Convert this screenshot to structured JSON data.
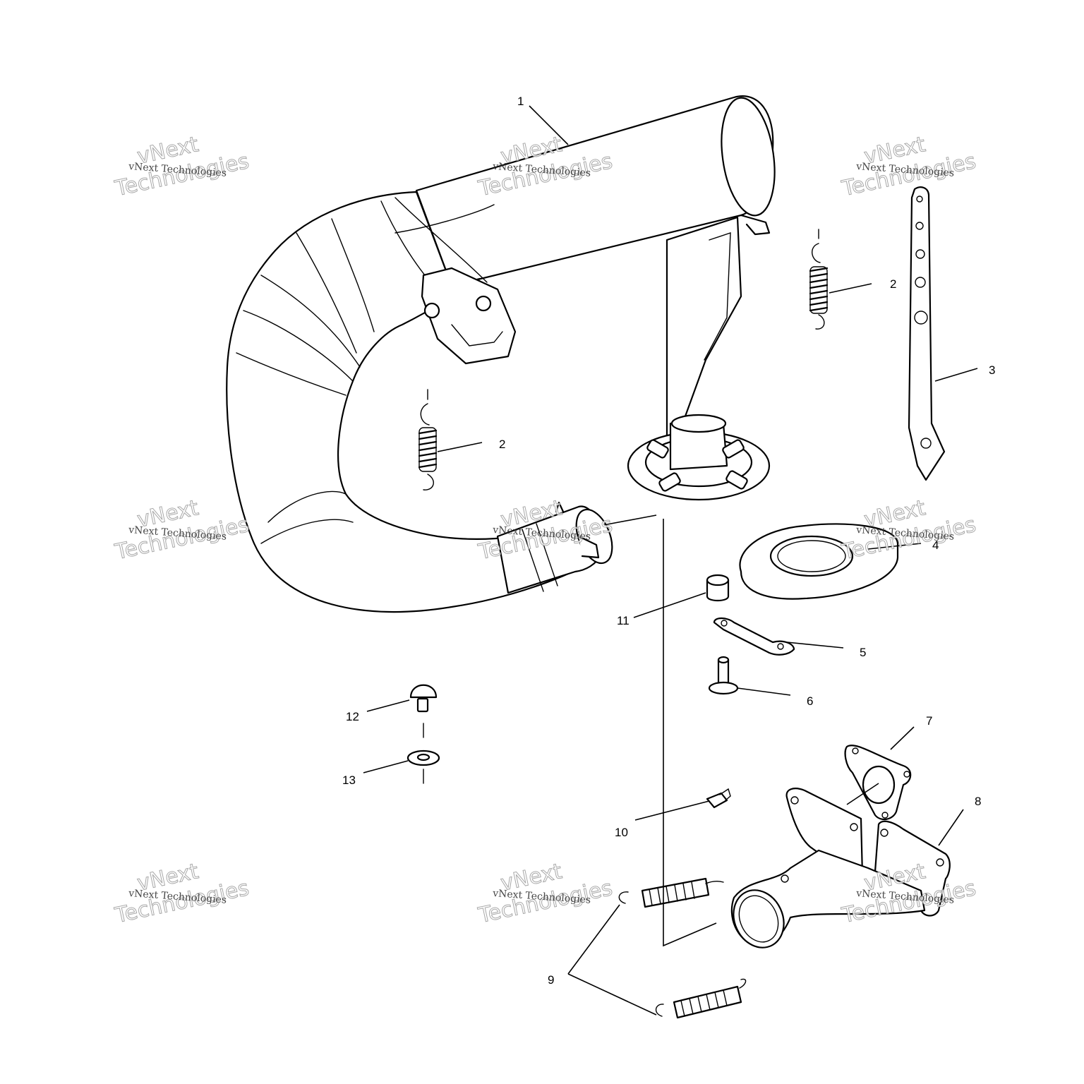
{
  "callouts": [
    {
      "id": "1",
      "label": "1"
    },
    {
      "id": "2a",
      "label": "2"
    },
    {
      "id": "2b",
      "label": "2"
    },
    {
      "id": "3",
      "label": "3"
    },
    {
      "id": "4",
      "label": "4"
    },
    {
      "id": "5",
      "label": "5"
    },
    {
      "id": "6",
      "label": "6"
    },
    {
      "id": "7",
      "label": "7"
    },
    {
      "id": "8",
      "label": "8"
    },
    {
      "id": "9",
      "label": "9"
    },
    {
      "id": "10",
      "label": "10"
    },
    {
      "id": "11",
      "label": "11"
    },
    {
      "id": "12",
      "label": "12"
    },
    {
      "id": "13",
      "label": "13"
    }
  ],
  "watermark": {
    "line1": "vNext",
    "line2": "Technologies",
    "small": "vNext Technologies"
  }
}
